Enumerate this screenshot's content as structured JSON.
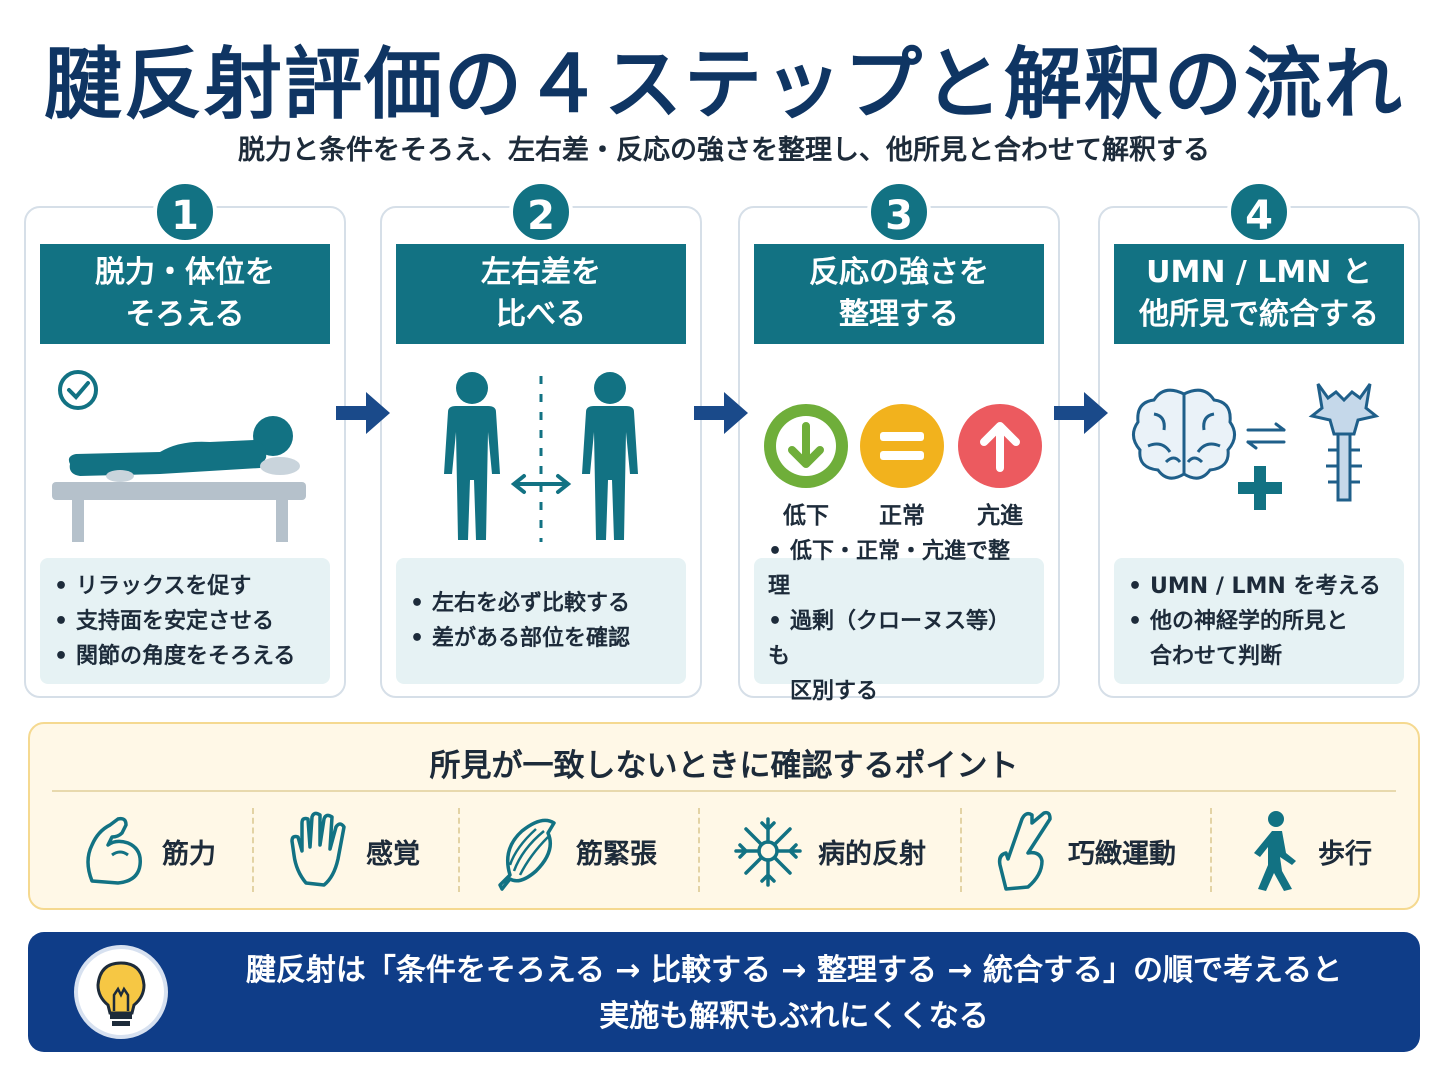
{
  "title": "腱反射評価の４ステップと解釈の流れ",
  "subtitle": "脱力と条件をそろえ、左右差・反応の強さを整理し、他所見と合わせて解釈する",
  "steps": [
    {
      "number": "1",
      "title_line1": "脱力・体位を",
      "title_line2": "そろえる",
      "bullets": [
        "リラックスを促す",
        "支持面を安定させる",
        "関節の角度をそろえる"
      ]
    },
    {
      "number": "2",
      "title_line1": "左右差を",
      "title_line2": "比べる",
      "bullets": [
        "左右を必ず比較する",
        "差がある部位を確認"
      ]
    },
    {
      "number": "3",
      "title_line1": "反応の強さを",
      "title_line2": "整理する",
      "levels": [
        "低下",
        "正常",
        "亢進"
      ],
      "bullets": [
        "低下・正常・亢進で整理",
        "過剰（クローヌス等）も"
      ],
      "bullet_cont": "区別する"
    },
    {
      "number": "4",
      "title_line1": "UMN / LMN と",
      "title_line2": "他所見で統合する",
      "bullets": [
        "UMN / LMN を考える",
        "他の神経学的所見と"
      ],
      "bullet_cont": "合わせて判断"
    }
  ],
  "checks": {
    "title": "所見が一致しないときに確認するポイント",
    "items": [
      {
        "label": "筋力",
        "icon": "flexed-arm-icon"
      },
      {
        "label": "感覚",
        "icon": "hand-icon"
      },
      {
        "label": "筋緊張",
        "icon": "muscle-icon"
      },
      {
        "label": "病的反射",
        "icon": "neuron-icon"
      },
      {
        "label": "巧緻運動",
        "icon": "pointing-hand-icon"
      },
      {
        "label": "歩行",
        "icon": "walking-person-icon"
      }
    ]
  },
  "summary": {
    "line1": "腱反射は「条件をそろえる → 比較する → 整理する → 統合する」の順で考えると",
    "line2": "実施も解釈もぶれにくくなる"
  },
  "colors": {
    "teal": "#127283",
    "navy": "#0f3563",
    "blue_band": "#0f3d88",
    "green": "#6fae3a",
    "yellow": "#f2b21d",
    "red": "#ec5a5f"
  }
}
